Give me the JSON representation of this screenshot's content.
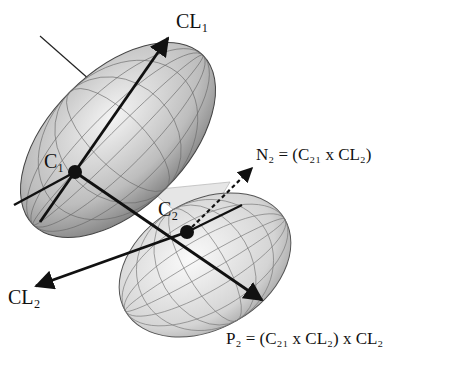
{
  "diagram": {
    "labels": [
      "CL₁",
      "C₁",
      "N₂ = (C₂₁ x CL₂)",
      "C₂",
      "CL₂",
      "P₂ = (C₂₁ x CL₂) x CL₂"
    ]
  }
}
